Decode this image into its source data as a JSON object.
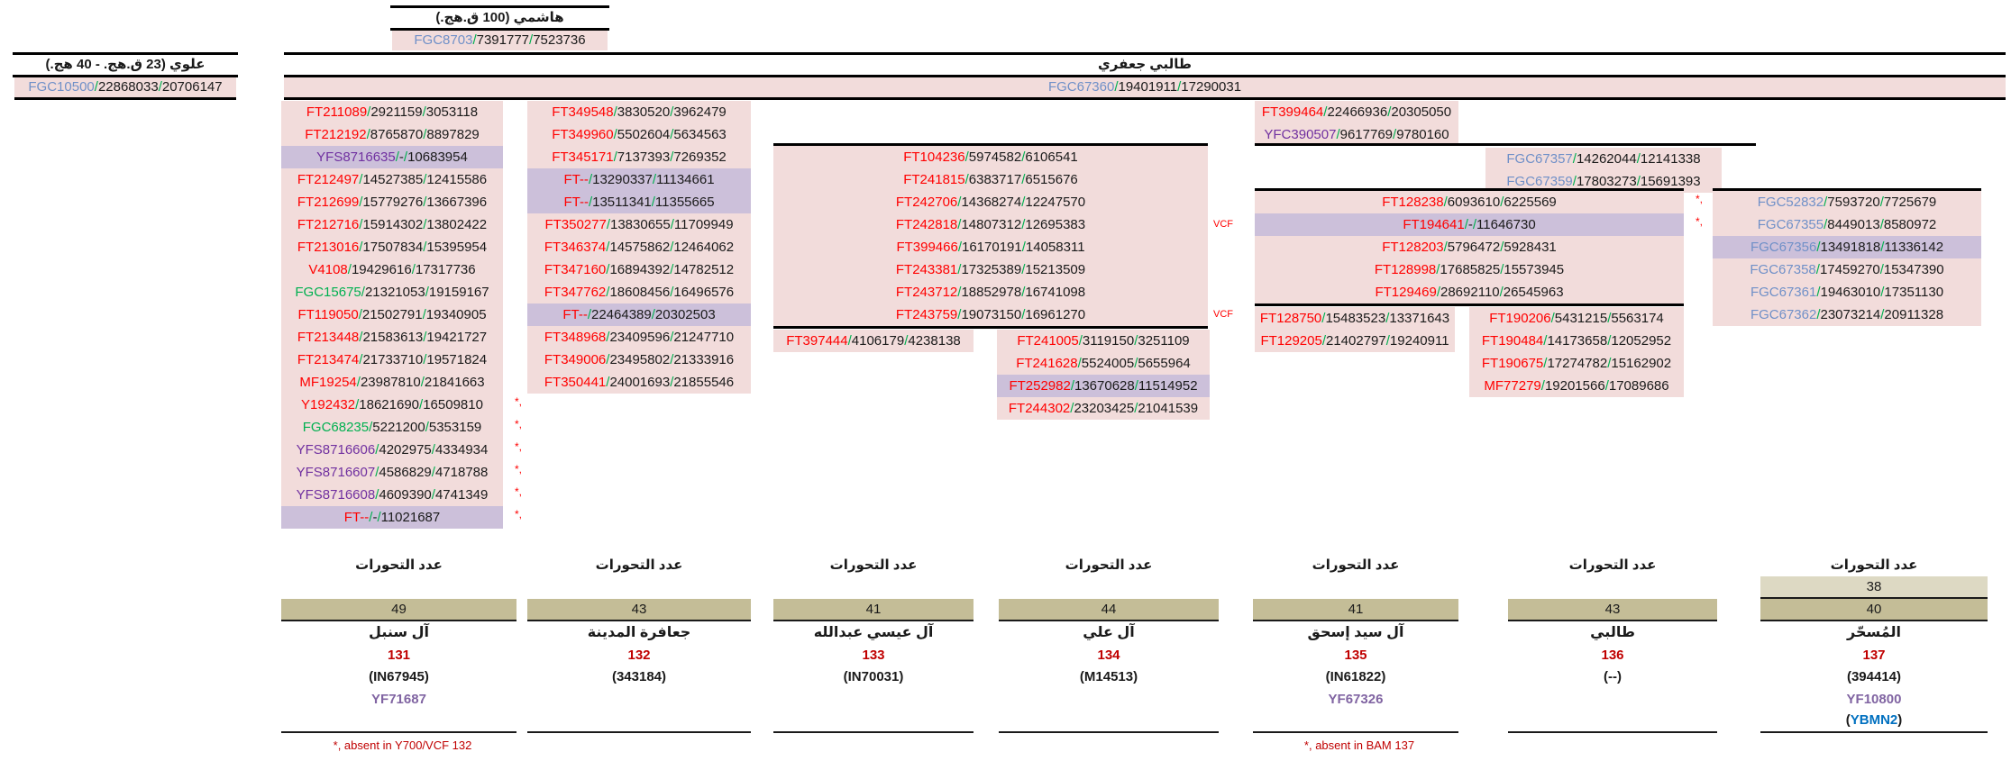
{
  "header": {
    "hashimi": {
      "title": "هاشمي (100 ق.هج.)"
    },
    "alawi": {
      "title": "علوي (23 ق.هج. - 40 هج.)"
    },
    "talibi": {
      "title": "طالبي جعفري"
    }
  },
  "annotations": {
    "sep": "/",
    "flag": "*,",
    "vcf": "VCF",
    "paren_open": "(",
    "paren_close": ")"
  },
  "snp_blocks": {
    "hashimi": {
      "rows": [
        {
          "name": "FGC8703",
          "c": "blue",
          "p1": "7391777",
          "p2": "7523736"
        }
      ]
    },
    "alawi": {
      "rows": [
        {
          "name": "FGC10500",
          "c": "blue",
          "p1": "22868033",
          "p2": "20706147"
        }
      ]
    },
    "talibi": {
      "rows": [
        {
          "name": "FGC67360",
          "c": "blue",
          "p1": "19401911",
          "p2": "17290031"
        }
      ]
    },
    "col1": {
      "rows": [
        {
          "name": "FT211089",
          "c": "red",
          "p1": "2921159",
          "p2": "3053118"
        },
        {
          "name": "FT212192",
          "c": "red",
          "p1": "8765870",
          "p2": "8897829"
        },
        {
          "name": "YFS8716635",
          "c": "purple",
          "p1": "-",
          "p2": "10683954",
          "hl": true
        },
        {
          "name": "FT212497",
          "c": "red",
          "p1": "14527385",
          "p2": "12415586"
        },
        {
          "name": "FT212699",
          "c": "red",
          "p1": "15779276",
          "p2": "13667396"
        },
        {
          "name": "FT212716",
          "c": "red",
          "p1": "15914302",
          "p2": "13802422"
        },
        {
          "name": "FT213016",
          "c": "red",
          "p1": "17507834",
          "p2": "15395954"
        },
        {
          "name": "V4108",
          "c": "red",
          "p1": "19429616",
          "p2": "17317736"
        },
        {
          "name": "FGC15675",
          "c": "green",
          "p1": "21321053",
          "p2": "19159167"
        },
        {
          "name": "FT119050",
          "c": "red",
          "p1": "21502791",
          "p2": "19340905"
        },
        {
          "name": "FT213448",
          "c": "red",
          "p1": "21583613",
          "p2": "19421727"
        },
        {
          "name": "FT213474",
          "c": "red",
          "p1": "21733710",
          "p2": "19571824"
        },
        {
          "name": "MF19254",
          "c": "red",
          "p1": "23987810",
          "p2": "21841663"
        },
        {
          "name": "Y192432",
          "c": "red",
          "p1": "18621690",
          "p2": "16509810",
          "flag": true
        },
        {
          "name": "FGC68235",
          "c": "green",
          "p1": "5221200",
          "p2": "5353159",
          "flag": true
        },
        {
          "name": "YFS8716606",
          "c": "purple",
          "p1": "4202975",
          "p2": "4334934",
          "flag": true
        },
        {
          "name": "YFS8716607",
          "c": "purple",
          "p1": "4586829",
          "p2": "4718788",
          "flag": true
        },
        {
          "name": "YFS8716608",
          "c": "purple",
          "p1": "4609390",
          "p2": "4741349",
          "flag": true
        },
        {
          "name": "FT--",
          "c": "red",
          "p1": "-",
          "p2": "11021687",
          "hl": true,
          "flag": true
        }
      ]
    },
    "col2": {
      "rows": [
        {
          "name": "FT349548",
          "c": "red",
          "p1": "3830520",
          "p2": "3962479"
        },
        {
          "name": "FT349960",
          "c": "red",
          "p1": "5502604",
          "p2": "5634563"
        },
        {
          "name": "FT345171",
          "c": "red",
          "p1": "7137393",
          "p2": "7269352"
        },
        {
          "name": "FT--",
          "c": "red",
          "p1": "13290337",
          "p2": "11134661",
          "hl": true
        },
        {
          "name": "FT--",
          "c": "red",
          "p1": "13511341",
          "p2": "11355665",
          "hl": true
        },
        {
          "name": "FT350277",
          "c": "red",
          "p1": "13830655",
          "p2": "11709949"
        },
        {
          "name": "FT346374",
          "c": "red",
          "p1": "14575862",
          "p2": "12464062"
        },
        {
          "name": "FT347160",
          "c": "red",
          "p1": "16894392",
          "p2": "14782512"
        },
        {
          "name": "FT347762",
          "c": "red",
          "p1": "18608456",
          "p2": "16496576"
        },
        {
          "name": "FT--",
          "c": "red",
          "p1": "22464389",
          "p2": "20302503",
          "hl": true
        },
        {
          "name": "FT348968",
          "c": "red",
          "p1": "23409596",
          "p2": "21247710"
        },
        {
          "name": "FT349006",
          "c": "red",
          "p1": "23495802",
          "p2": "21333916"
        },
        {
          "name": "FT350441",
          "c": "red",
          "p1": "24001693",
          "p2": "21855546"
        }
      ]
    },
    "center": {
      "rows": [
        {
          "name": "FT104236",
          "c": "red",
          "p1": "5974582",
          "p2": "6106541"
        },
        {
          "name": "FT241815",
          "c": "red",
          "p1": "6383717",
          "p2": "6515676"
        },
        {
          "name": "FT242706",
          "c": "red",
          "p1": "14368274",
          "p2": "12247570"
        },
        {
          "name": "FT242818",
          "c": "red",
          "p1": "14807312",
          "p2": "12695383"
        },
        {
          "name": "FT399466",
          "c": "red",
          "p1": "16170191",
          "p2": "14058311"
        },
        {
          "name": "FT243381",
          "c": "red",
          "p1": "17325389",
          "p2": "15213509"
        },
        {
          "name": "FT243712",
          "c": "red",
          "p1": "18852978",
          "p2": "16741098"
        },
        {
          "name": "FT243759",
          "c": "red",
          "p1": "19073150",
          "p2": "16961270"
        }
      ]
    },
    "ft397444": {
      "rows": [
        {
          "name": "FT397444",
          "c": "red",
          "p1": "4106179",
          "p2": "4238138"
        }
      ]
    },
    "center_r": {
      "rows": [
        {
          "name": "FT241005",
          "c": "red",
          "p1": "3119150",
          "p2": "3251109"
        },
        {
          "name": "FT241628",
          "c": "red",
          "p1": "5524005",
          "p2": "5655964"
        },
        {
          "name": "FT252982",
          "c": "red",
          "p1": "13670628",
          "p2": "11514952",
          "hl": true
        },
        {
          "name": "FT244302",
          "c": "red",
          "p1": "23203425",
          "p2": "21041539"
        }
      ]
    },
    "ft399464": {
      "rows": [
        {
          "name": "FT399464",
          "c": "red",
          "p1": "22466936",
          "p2": "20305050"
        },
        {
          "name": "YFC390507",
          "c": "purple",
          "p1": "9617769",
          "p2": "9780160"
        }
      ]
    },
    "fgc67357": {
      "rows": [
        {
          "name": "FGC67357",
          "c": "blue",
          "p1": "14262044",
          "p2": "12141338"
        },
        {
          "name": "FGC67359",
          "c": "blue",
          "p1": "17803273",
          "p2": "15691393"
        }
      ]
    },
    "ft128238": {
      "rows": [
        {
          "name": "FT128238",
          "c": "red",
          "p1": "6093610",
          "p2": "6225569",
          "flag": true
        },
        {
          "name": "FT194641",
          "c": "red",
          "p1": "-",
          "p2": "11646730",
          "hl": true,
          "flag": true
        },
        {
          "name": "FT128203",
          "c": "red",
          "p1": "5796472",
          "p2": "5928431"
        },
        {
          "name": "FT128998",
          "c": "red",
          "p1": "17685825",
          "p2": "15573945"
        },
        {
          "name": "FT129469",
          "c": "red",
          "p1": "28692110",
          "p2": "26545963"
        }
      ]
    },
    "ft128750": {
      "rows": [
        {
          "name": "FT128750",
          "c": "red",
          "p1": "15483523",
          "p2": "13371643"
        },
        {
          "name": "FT129205",
          "c": "red",
          "p1": "21402797",
          "p2": "19240911"
        }
      ]
    },
    "ft190206": {
      "rows": [
        {
          "name": "FT190206",
          "c": "red",
          "p1": "5431215",
          "p2": "5563174"
        },
        {
          "name": "FT190484",
          "c": "red",
          "p1": "14173658",
          "p2": "12052952"
        },
        {
          "name": "FT190675",
          "c": "red",
          "p1": "17274782",
          "p2": "15162902"
        },
        {
          "name": "MF77279",
          "c": "red",
          "p1": "19201566",
          "p2": "17089686"
        }
      ]
    },
    "right": {
      "rows": [
        {
          "name": "FGC52832",
          "c": "blue",
          "p1": "7593720",
          "p2": "7725679"
        },
        {
          "name": "FGC67355",
          "c": "blue",
          "p1": "8449013",
          "p2": "8580972"
        },
        {
          "name": "FGC67356",
          "c": "blue",
          "p1": "13491818",
          "p2": "11336142",
          "hl": true
        },
        {
          "name": "FGC67358",
          "c": "blue",
          "p1": "17459270",
          "p2": "15347390"
        },
        {
          "name": "FGC67361",
          "c": "blue",
          "p1": "19463010",
          "p2": "17351130"
        },
        {
          "name": "FGC67362",
          "c": "blue",
          "p1": "23073214",
          "p2": "20911328"
        }
      ]
    }
  },
  "footer": {
    "mutations_label": "عدد التحورات",
    "clans": [
      {
        "counts": [
          "49"
        ],
        "name": "آل سنبل",
        "number": "131",
        "kit": "(IN67945)",
        "yf": "YF71687",
        "footnote": "*, absent in Y700/VCF 132"
      },
      {
        "counts": [
          "43"
        ],
        "name": "جعافرة المدينة",
        "number": "132",
        "kit": "(343184)"
      },
      {
        "counts": [
          "41"
        ],
        "name": "آل عيسي عبدالله",
        "number": "133",
        "kit": "(IN70031)"
      },
      {
        "counts": [
          "44"
        ],
        "name": "آل علي",
        "number": "134",
        "kit": "(M14513)"
      },
      {
        "counts": [
          "41"
        ],
        "name": "آل سيد إسحق",
        "number": "135",
        "kit": "(IN61822)",
        "yf": "YF67326",
        "footnote": "*, absent in BAM 137"
      },
      {
        "counts": [
          "43"
        ],
        "name": "طالبي",
        "number": "136",
        "kit": "(--)"
      },
      {
        "counts": [
          "38",
          "40"
        ],
        "name": "المُسحّر",
        "number": "137",
        "kit": "(394414)",
        "yf": "YF10800",
        "yb": "YBMN2"
      }
    ]
  }
}
